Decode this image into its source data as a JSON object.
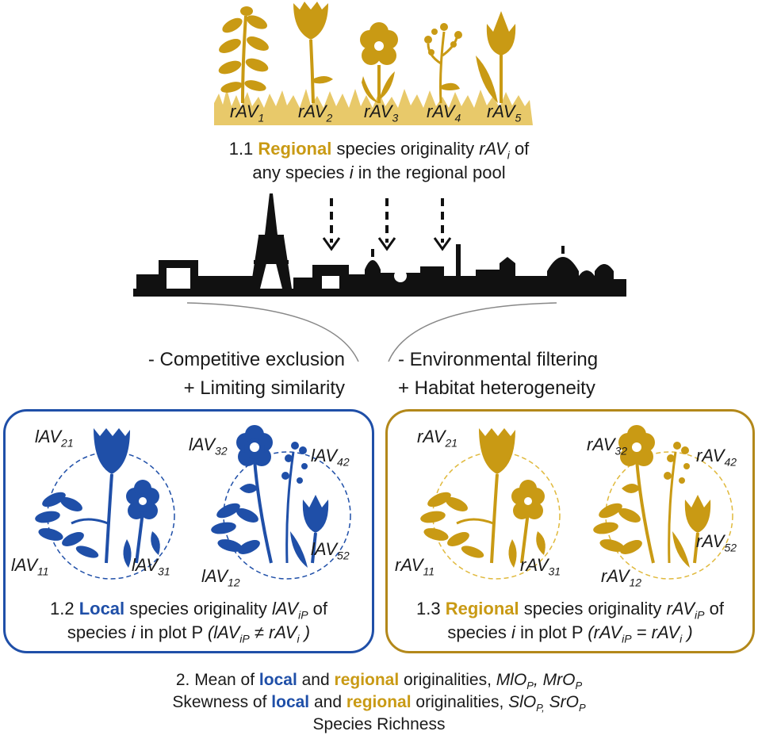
{
  "colors": {
    "regional": "#c99a14",
    "local": "#1f4fa8",
    "silhouette": "#111111",
    "text": "#1a1a1a"
  },
  "top_labels": [
    {
      "base": "rAV",
      "sub": "1"
    },
    {
      "base": "rAV",
      "sub": "2"
    },
    {
      "base": "rAV",
      "sub": "3"
    },
    {
      "base": "rAV",
      "sub": "4"
    },
    {
      "base": "rAV",
      "sub": "5"
    }
  ],
  "step_1_1": {
    "number": "1.1",
    "keyword": "Regional",
    "rest": "species originality",
    "symbol": "rAV",
    "symbol_sub": "i",
    "of": "of",
    "line2_pre": "any species",
    "line2_i": "i",
    "line2_post": "in the regional pool"
  },
  "processes": {
    "left_line1": "- Competitive exclusion",
    "left_line2": "+ Limiting similarity",
    "right_line1": "- Environmental filtering",
    "right_line2": "+ Habitat heterogeneity"
  },
  "local_box": {
    "labels": [
      {
        "base": "lAV",
        "sub": "21"
      },
      {
        "base": "lAV",
        "sub": "11"
      },
      {
        "base": "lAV",
        "sub": "31"
      },
      {
        "base": "lAV",
        "sub": "32"
      },
      {
        "base": "lAV",
        "sub": "42"
      },
      {
        "base": "lAV",
        "sub": "52"
      },
      {
        "base": "lAV",
        "sub": "12"
      }
    ],
    "number": "1.2",
    "keyword": "Local",
    "rest": "species originality",
    "symbol": "lAV",
    "symbol_sub": "iP",
    "of": "of",
    "line2_pre": "species",
    "line2_i": "i",
    "line2_mid": "in plot P",
    "relation": "(lAV",
    "relation_sub": "iP",
    "relation_op": "≠ rAV",
    "relation_sub2": "i",
    "relation_end": ")"
  },
  "regional_box": {
    "labels": [
      {
        "base": "rAV",
        "sub": "21"
      },
      {
        "base": "rAV",
        "sub": "11"
      },
      {
        "base": "rAV",
        "sub": "31"
      },
      {
        "base": "rAV",
        "sub": "32"
      },
      {
        "base": "rAV",
        "sub": "42"
      },
      {
        "base": "rAV",
        "sub": "52"
      },
      {
        "base": "rAV",
        "sub": "12"
      }
    ],
    "number": "1.3",
    "keyword": "Regional",
    "rest": "species originality",
    "symbol": "rAV",
    "symbol_sub": "iP",
    "of": "of",
    "line2_pre": "species",
    "line2_i": "i",
    "line2_mid": "in plot P",
    "relation": "(rAV",
    "relation_sub": "iP",
    "relation_op": "= rAV",
    "relation_sub2": "i",
    "relation_end": ")"
  },
  "bottom": {
    "line1_pre": "2. Mean of",
    "local": "local",
    "and": "and",
    "regional": "regional",
    "line1_post": "originalities,",
    "mlo": "MlO",
    "mlo_sub": "P",
    "sep1": ",",
    "mro": "MrO",
    "mro_sub": "P",
    "line2_pre": "Skewness of",
    "line2_post": "originalities,",
    "slo": "SlO",
    "slo_sub": "P,",
    "sro": "SrO",
    "sro_sub": "P",
    "line3": "Species Richness"
  }
}
